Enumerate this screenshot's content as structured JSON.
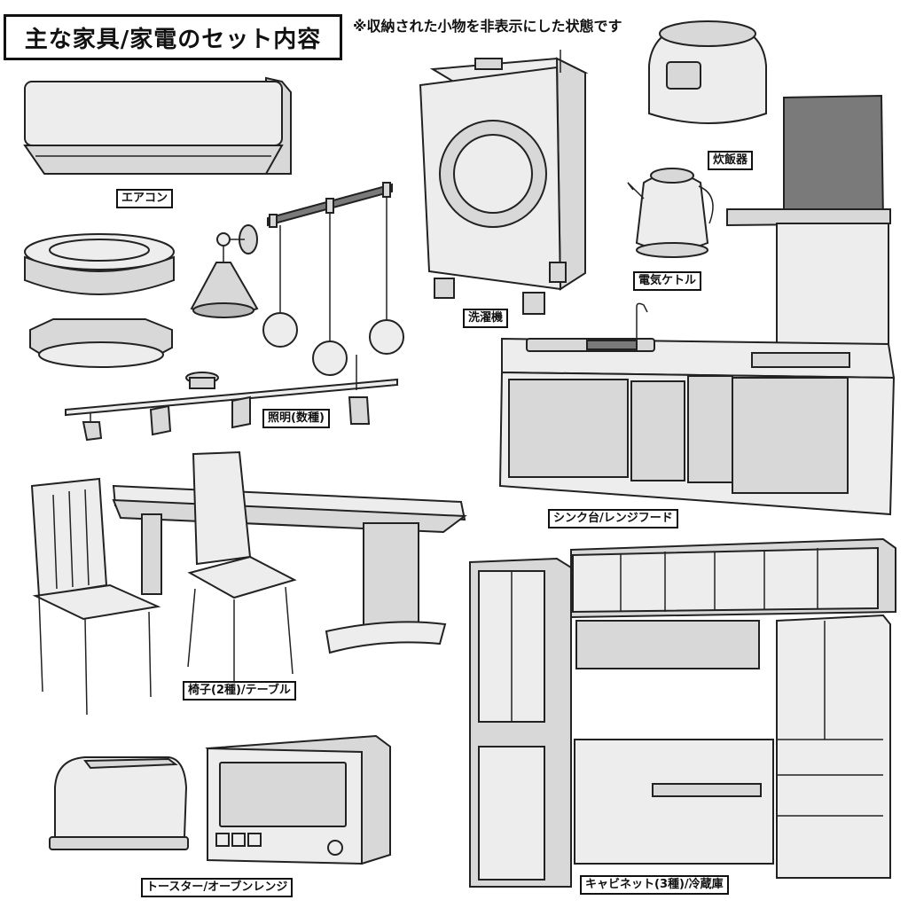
{
  "header": {
    "title": "主な家具/家電のセット内容",
    "note": "※収納された小物を非表示にした状態です"
  },
  "labels": {
    "aircon": "エアコン",
    "lighting": "照明(数種)",
    "washer": "洗濯機",
    "rice_cooker": "炊飯器",
    "kettle": "電気ケトル",
    "kitchen": "シンク台/レンジフード",
    "chairs_table": "椅子(2種)/テーブル",
    "cabinets": "キャビネット(3種)/冷蔵庫",
    "toaster_oven": "トースター/オーブンレンジ"
  }
}
